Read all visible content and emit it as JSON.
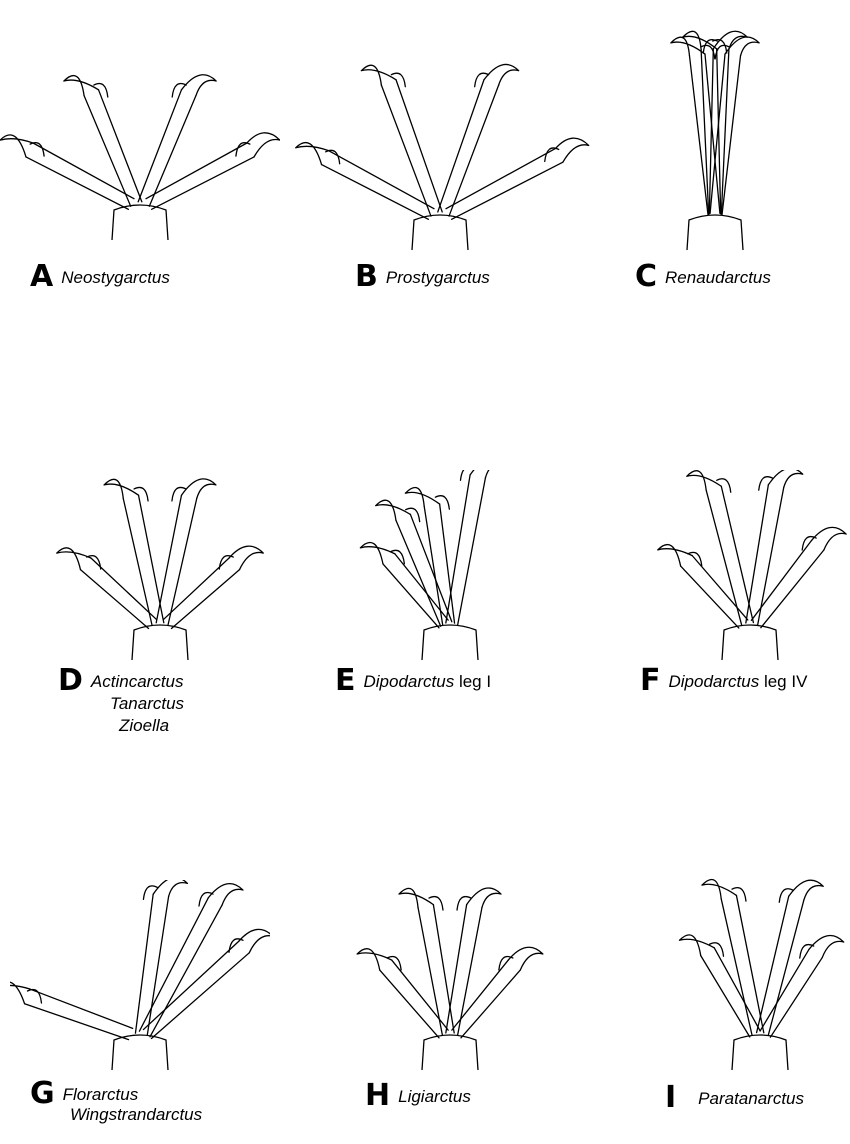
{
  "panels": [
    {
      "letter": "A",
      "genera": [
        "Neostygarctus"
      ],
      "suffix": ""
    },
    {
      "letter": "B",
      "genera": [
        "Prostygarctus"
      ],
      "suffix": ""
    },
    {
      "letter": "C",
      "genera": [
        "Renaudarctus"
      ],
      "suffix": ""
    },
    {
      "letter": "D",
      "genera": [
        "Actincarctus",
        "Tanarctus",
        "Zioella"
      ],
      "suffix": ""
    },
    {
      "letter": "E",
      "genera": [
        "Dipodarctus"
      ],
      "suffix": "leg I"
    },
    {
      "letter": "F",
      "genera": [
        "Dipodarctus"
      ],
      "suffix": "leg IV"
    },
    {
      "letter": "G",
      "genera": [
        "Florarctus",
        "Wingstrandarctus"
      ],
      "suffix": ""
    },
    {
      "letter": "H",
      "genera": [
        "Ligiarctus"
      ],
      "suffix": ""
    },
    {
      "letter": "I",
      "genera": [
        "Paratanarctus"
      ],
      "suffix": ""
    }
  ]
}
